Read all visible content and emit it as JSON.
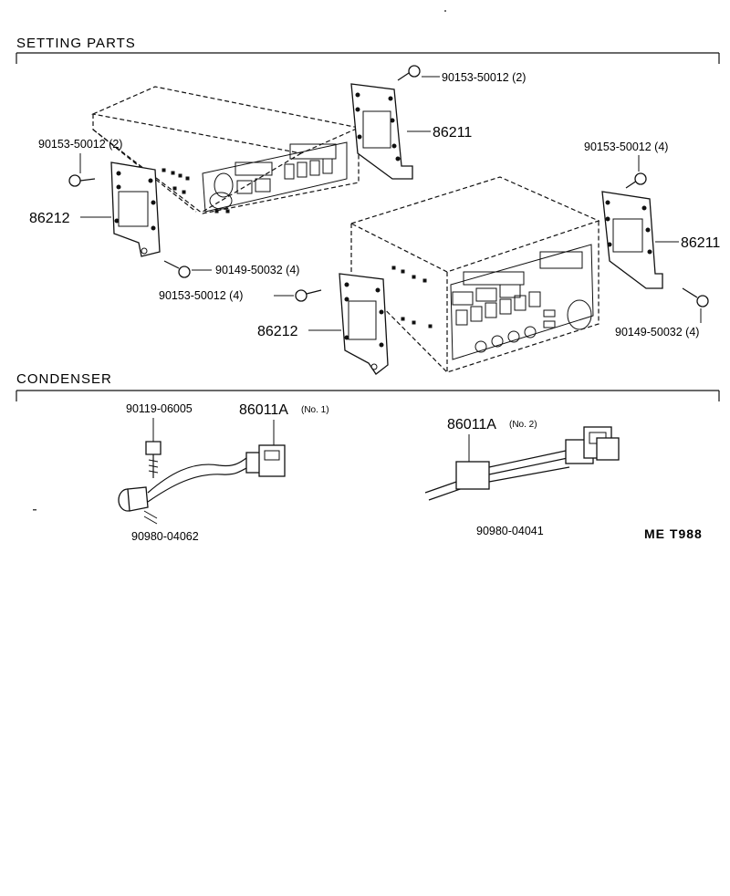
{
  "sections": {
    "setting_parts": "SETTING  PARTS",
    "condenser": "CONDENSER"
  },
  "labels": {
    "bolt_top_right": "90153-50012 (2)",
    "bracket_top_right": "86211",
    "bolt_top_left": "90153-50012 (2)",
    "bracket_left": "86212",
    "bolt_left_lower": "90149-50032 (4)",
    "bolt_center": "90153-50012 (4)",
    "bracket_center": "86212",
    "bolt_far_right": "90153-50012 (4)",
    "bracket_far_right": "86211",
    "bolt_far_right_lower": "90149-50032 (4)",
    "screw_condenser": "90119-06005",
    "condenser_no1": "86011A",
    "condenser_no1_tag": "(No. 1)",
    "condenser_no1_part": "90980-04062",
    "condenser_no2": "86011A",
    "condenser_no2_tag": "(No. 2)",
    "condenser_no2_part": "90980-04041",
    "drawing_code": "ME T988"
  }
}
